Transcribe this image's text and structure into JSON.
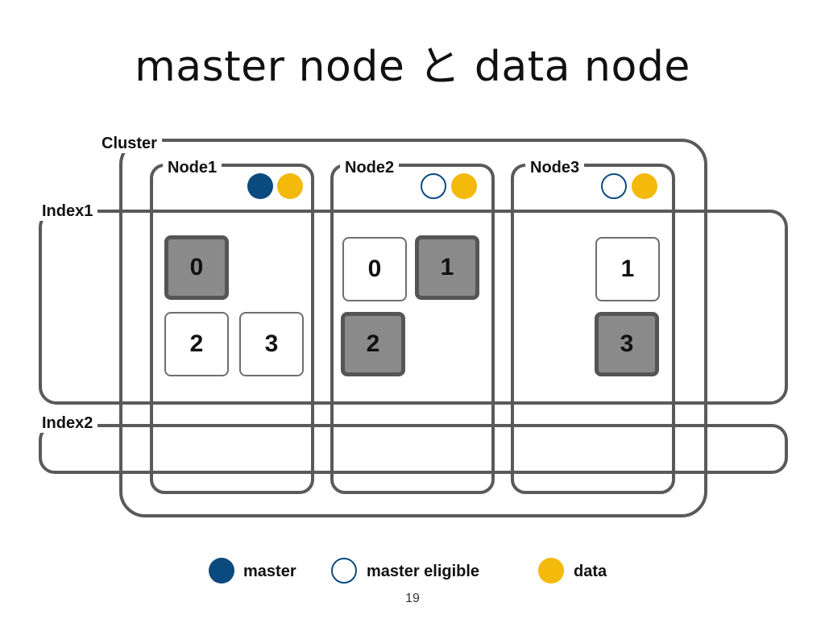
{
  "title": "master node と data node",
  "colors": {
    "master": "#0b4a7f",
    "data": "#f3b90b",
    "outline": "#5a5a5a",
    "primary_fill": "#8a8a8a",
    "replica_fill": "#ffffff"
  },
  "cluster": {
    "label": "Cluster"
  },
  "indices": [
    {
      "label": "Index1"
    },
    {
      "label": "Index2"
    }
  ],
  "nodes": [
    {
      "label": "Node1",
      "roles": [
        "master",
        "data"
      ],
      "shards": [
        {
          "number": "0",
          "type": "primary"
        },
        {
          "number": "2",
          "type": "replica"
        },
        {
          "number": "3",
          "type": "replica"
        }
      ]
    },
    {
      "label": "Node2",
      "roles": [
        "master eligible",
        "data"
      ],
      "shards": [
        {
          "number": "0",
          "type": "replica"
        },
        {
          "number": "1",
          "type": "primary"
        },
        {
          "number": "2",
          "type": "primary"
        }
      ]
    },
    {
      "label": "Node3",
      "roles": [
        "master eligible",
        "data"
      ],
      "shards": [
        {
          "number": "1",
          "type": "replica"
        },
        {
          "number": "3",
          "type": "primary"
        }
      ]
    }
  ],
  "legend": {
    "master": "master",
    "master_eligible": "master eligible",
    "data": "data"
  },
  "page_number": "19"
}
